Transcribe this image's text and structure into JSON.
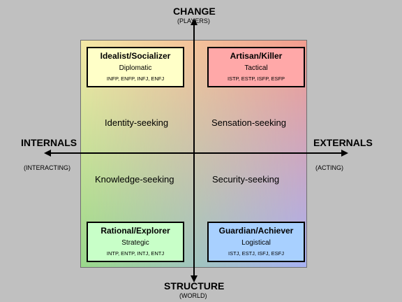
{
  "axes": {
    "top": {
      "title": "CHANGE",
      "subtitle": "(PLAYERS)"
    },
    "bottom": {
      "title": "STRUCTURE",
      "subtitle": "(WORLD)"
    },
    "left": {
      "title": "INTERNALS",
      "subtitle": "(INTERACTING)"
    },
    "right": {
      "title": "EXTERNALS",
      "subtitle": "(ACTING)"
    }
  },
  "quadrants": [
    {
      "title": "Idealist/Socializer",
      "style": "Diplomatic",
      "types": "INFP, ENFP, INFJ, ENFJ",
      "seeking": "Identity-seeking",
      "color": "#ffffc8"
    },
    {
      "title": "Artisan/Killer",
      "style": "Tactical",
      "types": "ISTP, ESTP, ISFP, ESFP",
      "seeking": "Sensation-seeking",
      "color": "#ffa8a8"
    },
    {
      "title": "Rational/Explorer",
      "style": "Strategic",
      "types": "INTP, ENTP, INTJ, ENTJ",
      "seeking": "Knowledge-seeking",
      "color": "#c8ffc8"
    },
    {
      "title": "Guardian/Achiever",
      "style": "Logistical",
      "types": "ISTJ, ESTJ, ISFJ, ESFJ",
      "seeking": "Security-seeking",
      "color": "#a8d0ff"
    }
  ]
}
